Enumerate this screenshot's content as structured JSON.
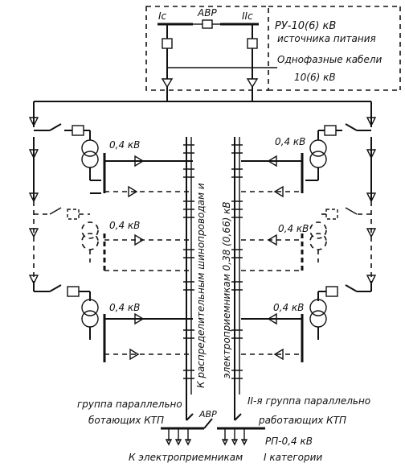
{
  "labels": {
    "sec1": "Iс",
    "avr_top": "АВР",
    "sec2": "IIс",
    "ru": "РУ-10(6) кВ",
    "source": "источника питания",
    "cables": "Однофазные кабели",
    "cable_v": "10(6) кВ",
    "v04_l1": "0,4 кВ",
    "v04_r1": "0,4 кВ",
    "v04_l2": "0,4 кВ",
    "v04_r2": "0,4 кВ",
    "v04_l3": "0,4 кВ",
    "v04_r3": "0,4 кВ",
    "vert_left": "К распределительным шинопроводам и",
    "vert_right": "электроприемникам 0,38 (0,66) кВ",
    "grp1_a": "группа параллельно",
    "grp1_b": "ботающих КТП",
    "avr_bottom": "АВР",
    "grp2_a": "II-я группа параллельно",
    "grp2_b": "работающих КТП",
    "rp": "РП-0,4 кВ",
    "footer_a": "К электроприемникам",
    "footer_b": "I категории"
  }
}
